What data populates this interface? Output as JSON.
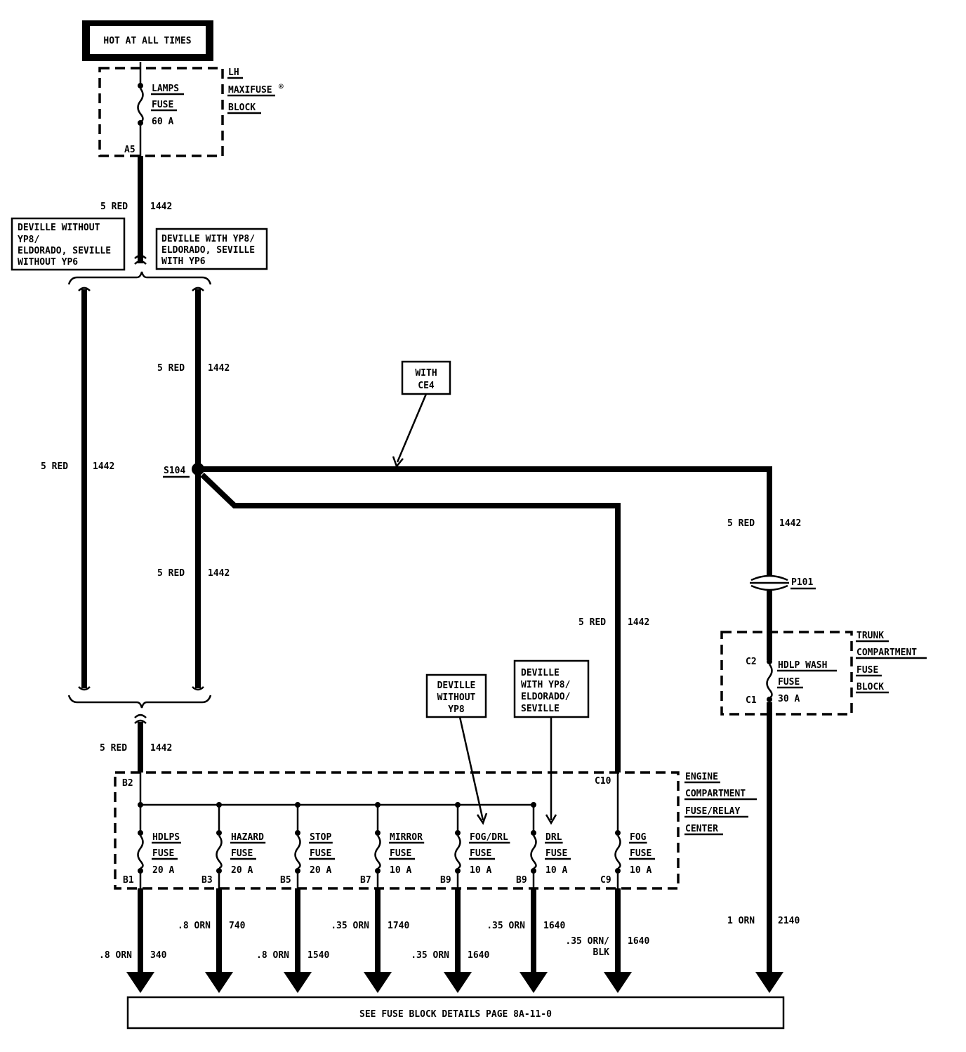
{
  "title_box": "HOT AT ALL TIMES",
  "lh_block": {
    "label": [
      "LH",
      "MAXIFUSE",
      "BLOCK"
    ],
    "registered": "®",
    "fuse": [
      "LAMPS",
      "FUSE",
      "60 A"
    ],
    "pin": "A5"
  },
  "variants": {
    "left": [
      "DEVILLE WITHOUT",
      "YP8/",
      "ELDORADO, SEVILLE",
      "WITHOUT YP6"
    ],
    "right": [
      "DEVILLE WITH YP8/",
      "ELDORADO, SEVILLE",
      "WITH YP6"
    ],
    "ce4": [
      "WITH",
      "CE4"
    ],
    "deville_without": [
      "DEVILLE",
      "WITHOUT",
      "YP8"
    ],
    "deville_with": [
      "DEVILLE",
      "WITH YP8/",
      "ELDORADO/",
      "SEVILLE"
    ]
  },
  "wire_labels": {
    "main_top": [
      "5 RED",
      "1442"
    ],
    "left_branch": [
      "5 RED",
      "1442"
    ],
    "right_upper": [
      "5 RED",
      "1442"
    ],
    "right_lower": [
      "5 RED",
      "1442"
    ],
    "ce4_vertical": [
      "5 RED",
      "1442"
    ],
    "fog_feed": [
      "5 RED",
      "1442"
    ],
    "bottom_feed": [
      "5 RED",
      "1442"
    ],
    "trunk_out": [
      "1 ORN",
      "2140"
    ]
  },
  "splice": "S104",
  "connector": "P101",
  "trunk_block": {
    "label": [
      "TRUNK",
      "COMPARTMENT",
      "FUSE",
      "BLOCK"
    ],
    "fuse": [
      "HDLP WASH",
      "FUSE",
      "30 A"
    ],
    "pin_in": "C2",
    "pin_out": "C1"
  },
  "engine_block": {
    "label": [
      "ENGINE",
      "COMPARTMENT",
      "FUSE/RELAY",
      "CENTER"
    ],
    "pin_in": "B2",
    "pin_fog_in": "C10",
    "fuses": [
      {
        "name": "HDLPS",
        "fuse": "FUSE",
        "rating": "20 A",
        "pin": "B1",
        "gauge": ".8 ORN",
        "circuit": "340"
      },
      {
        "name": "HAZARD",
        "fuse": "FUSE",
        "rating": "20 A",
        "pin": "B3",
        "gauge": ".8 ORN",
        "circuit": "740"
      },
      {
        "name": "STOP",
        "fuse": "FUSE",
        "rating": "20 A",
        "pin": "B5",
        "gauge": ".8 ORN",
        "circuit": "1540"
      },
      {
        "name": "MIRROR",
        "fuse": "FUSE",
        "rating": "10 A",
        "pin": "B7",
        "gauge": ".35 ORN",
        "circuit": "1740"
      },
      {
        "name": "FOG/DRL",
        "fuse": "FUSE",
        "rating": "10 A",
        "pin": "B9",
        "gauge": ".35 ORN",
        "circuit": "1640"
      },
      {
        "name": "DRL",
        "fuse": "FUSE",
        "rating": "10 A",
        "pin": "B9",
        "gauge": ".35 ORN",
        "circuit": "1640"
      },
      {
        "name": "FOG",
        "fuse": "FUSE",
        "rating": "10 A",
        "pin": "C9",
        "gauge": ".35 ORN/",
        "gauge2": "BLK",
        "circuit": "1640"
      }
    ]
  },
  "footer": "SEE FUSE BLOCK DETAILS PAGE 8A-11-0"
}
